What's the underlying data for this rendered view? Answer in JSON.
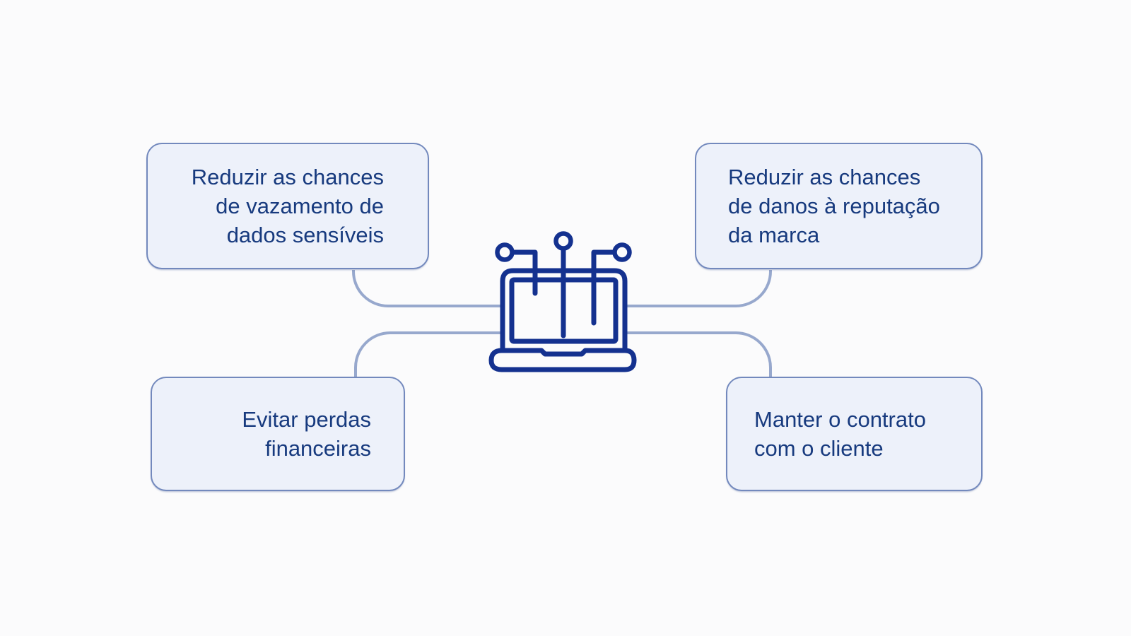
{
  "colors": {
    "page_background": "#fbfbfc",
    "box_fill": "#edf1fa",
    "box_border": "#7389bd",
    "text": "#173a7e",
    "connector": "#97a8cd",
    "icon_stroke": "#14318f"
  },
  "diagram": {
    "center_icon": "laptop-circuit-icon",
    "boxes": {
      "top_left": {
        "lines": [
          "Reduzir as chances",
          "de vazamento de",
          "dados sensíveis"
        ]
      },
      "top_right": {
        "lines": [
          "Reduzir as chances",
          "de danos à reputação",
          "da marca"
        ]
      },
      "bottom_left": {
        "lines": [
          "Evitar perdas",
          "financeiras"
        ]
      },
      "bottom_right": {
        "lines": [
          "Manter o contrato",
          "com o cliente"
        ]
      }
    }
  }
}
